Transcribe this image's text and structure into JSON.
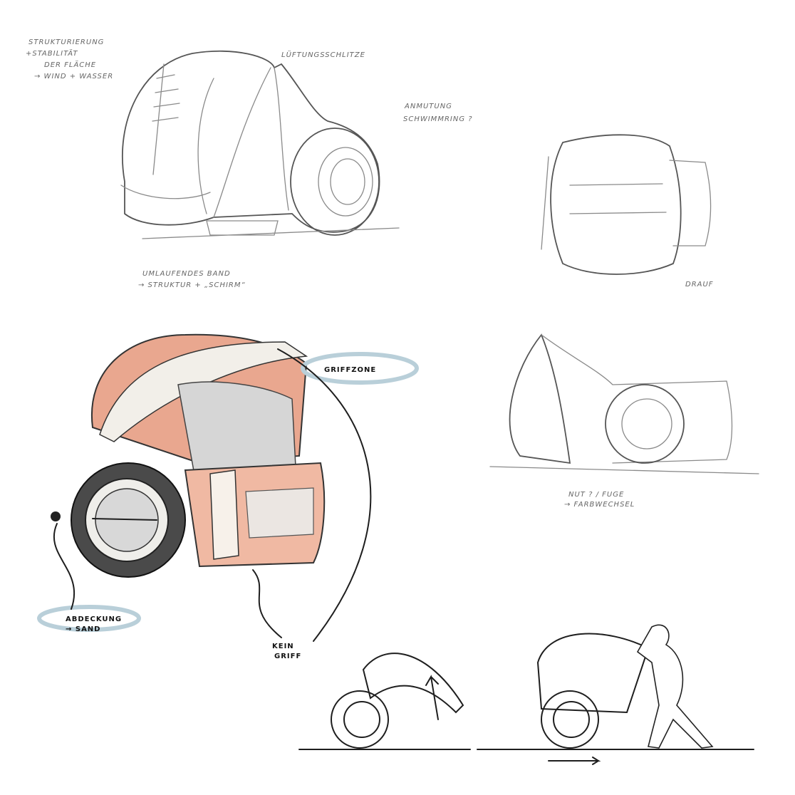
{
  "annotations": {
    "struktur": [
      "STRUKTURIERUNG",
      "+STABILITÄT",
      "DER FLÄCHE",
      "→ WIND + WASSER"
    ],
    "lueftung": "LÜFTUNGSSCHLITZE",
    "anmutung": [
      "ANMUTUNG",
      "SCHWIMMRING ?"
    ],
    "band": [
      "UMLAUFENDES BAND",
      "→ STRUKTUR + „SCHIRM“"
    ],
    "drauf": "DRAUF",
    "griffzone": "GRIFFZONE",
    "fuge": [
      "NUT ? / FUGE",
      "→ FARBWECHSEL"
    ],
    "abdeckung": [
      "ABDECKUNG",
      "→ SAND"
    ],
    "kein_griff": [
      "KEIN",
      "GRIFF"
    ]
  },
  "colors": {
    "canopy": "#e9a78f",
    "body": "#f0b9a3",
    "highlight": "#b9cfd9",
    "pencil": "#8a8a8a",
    "ink": "#1e1e1e"
  }
}
